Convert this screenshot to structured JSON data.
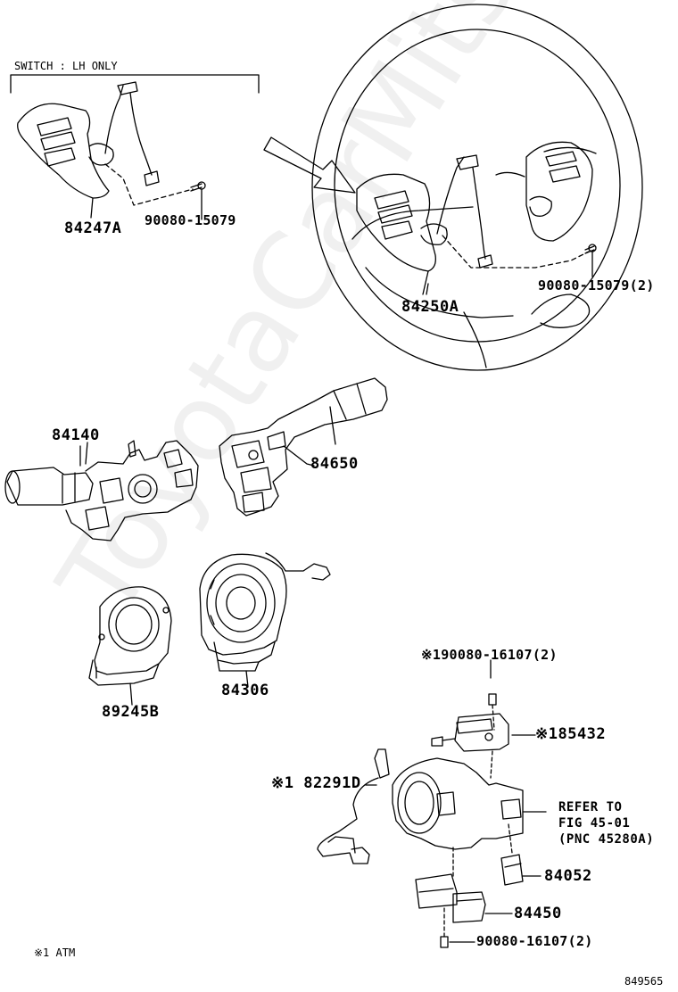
{
  "header": {
    "note": "SWITCH : LH ONLY"
  },
  "labels": {
    "p84247A": "84247A",
    "p90080_15079_a": "90080-15079",
    "p90080_15079_b": "90080-15079(2)",
    "p84250A": "84250A",
    "p84140": "84140",
    "p84650": "84650",
    "p89245B": "89245B",
    "p84306": "84306",
    "p90080_16107_top": "※190080-16107(2)",
    "p85432": "※185432",
    "p82291D": "※1 82291D",
    "refer_line1": "REFER TO",
    "refer_line2": "FIG 45-01",
    "refer_line3": "(PNC 45280A)",
    "p84052": "84052",
    "p84450": "84450",
    "p90080_16107_bot": "90080-16107(2)"
  },
  "footnote": "※1 ATM",
  "figure_id": "849565",
  "watermark": "ToyotaCarMitsu"
}
